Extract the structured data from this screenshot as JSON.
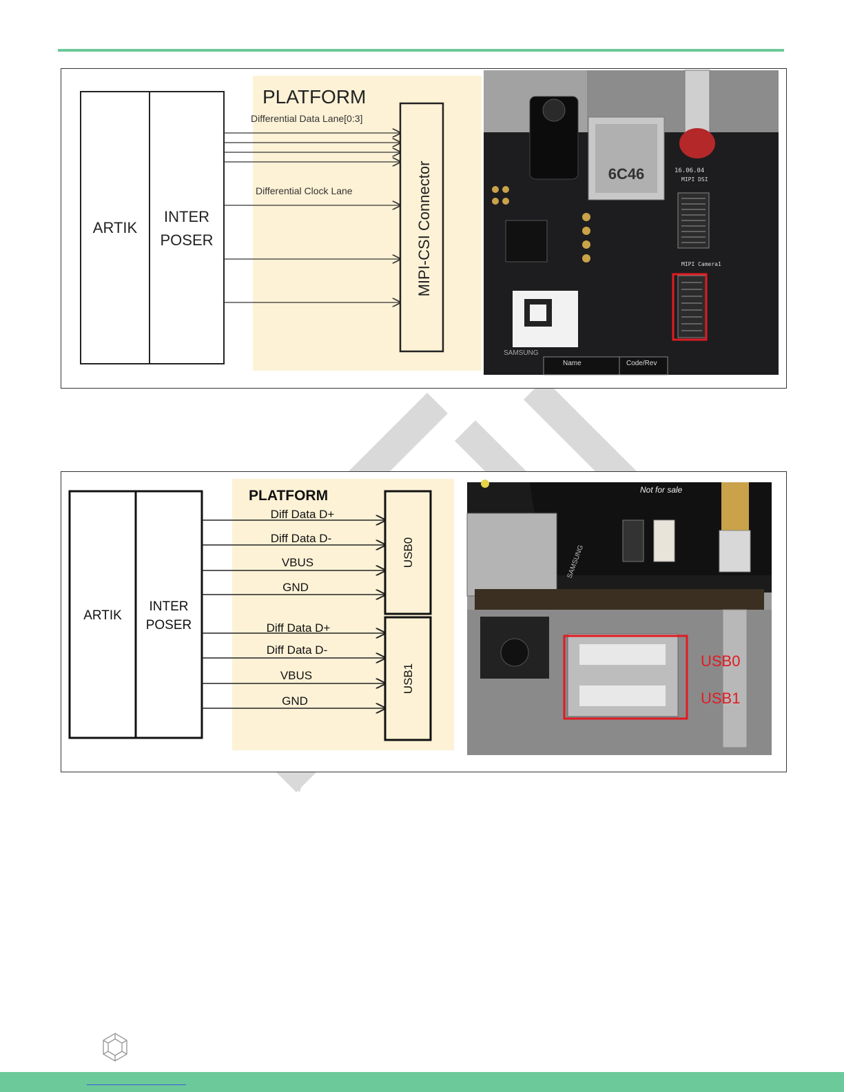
{
  "figure1": {
    "artik_label": "ARTIK",
    "interposer_line1": "INTER",
    "interposer_line2": "POSER",
    "platform_label": "PLATFORM",
    "data_lane_label": "Differential Data Lane[0:3]",
    "clock_lane_label": "Differential Clock Lane",
    "connector_label": "MIPI-CSI Connector",
    "photo": {
      "chip_text": "6C46",
      "date_text": "16.06.04",
      "csi_text": "MIPI DSI",
      "camera_text": "MIPI Camera1",
      "brand_text": "SAMSUNG",
      "name_text": "Name",
      "code_text": "Code/Rev",
      "highlight_color": "#e11b22"
    }
  },
  "figure2": {
    "artik_label": "ARTIK",
    "interposer_line1": "INTER",
    "interposer_line2": "POSER",
    "platform_label": "PLATFORM",
    "usb0_signals": [
      "Diff Data D+",
      "Diff Data D-",
      "VBUS",
      "GND"
    ],
    "usb1_signals": [
      "Diff Data D+",
      "Diff Data D-",
      "VBUS",
      "GND"
    ],
    "usb0_label": "USB0",
    "usb1_label": "USB1",
    "photo": {
      "usb0_callout": "USB0",
      "usb1_callout": "USB1",
      "board_text": "SAMSUNG",
      "sale_text": "Not for sale",
      "highlight_color": "#e11b22"
    }
  },
  "colors": {
    "accent_green": "#6cc99a",
    "platform_fill": "#fdf2d6",
    "watermark": "#d9d9d9"
  }
}
